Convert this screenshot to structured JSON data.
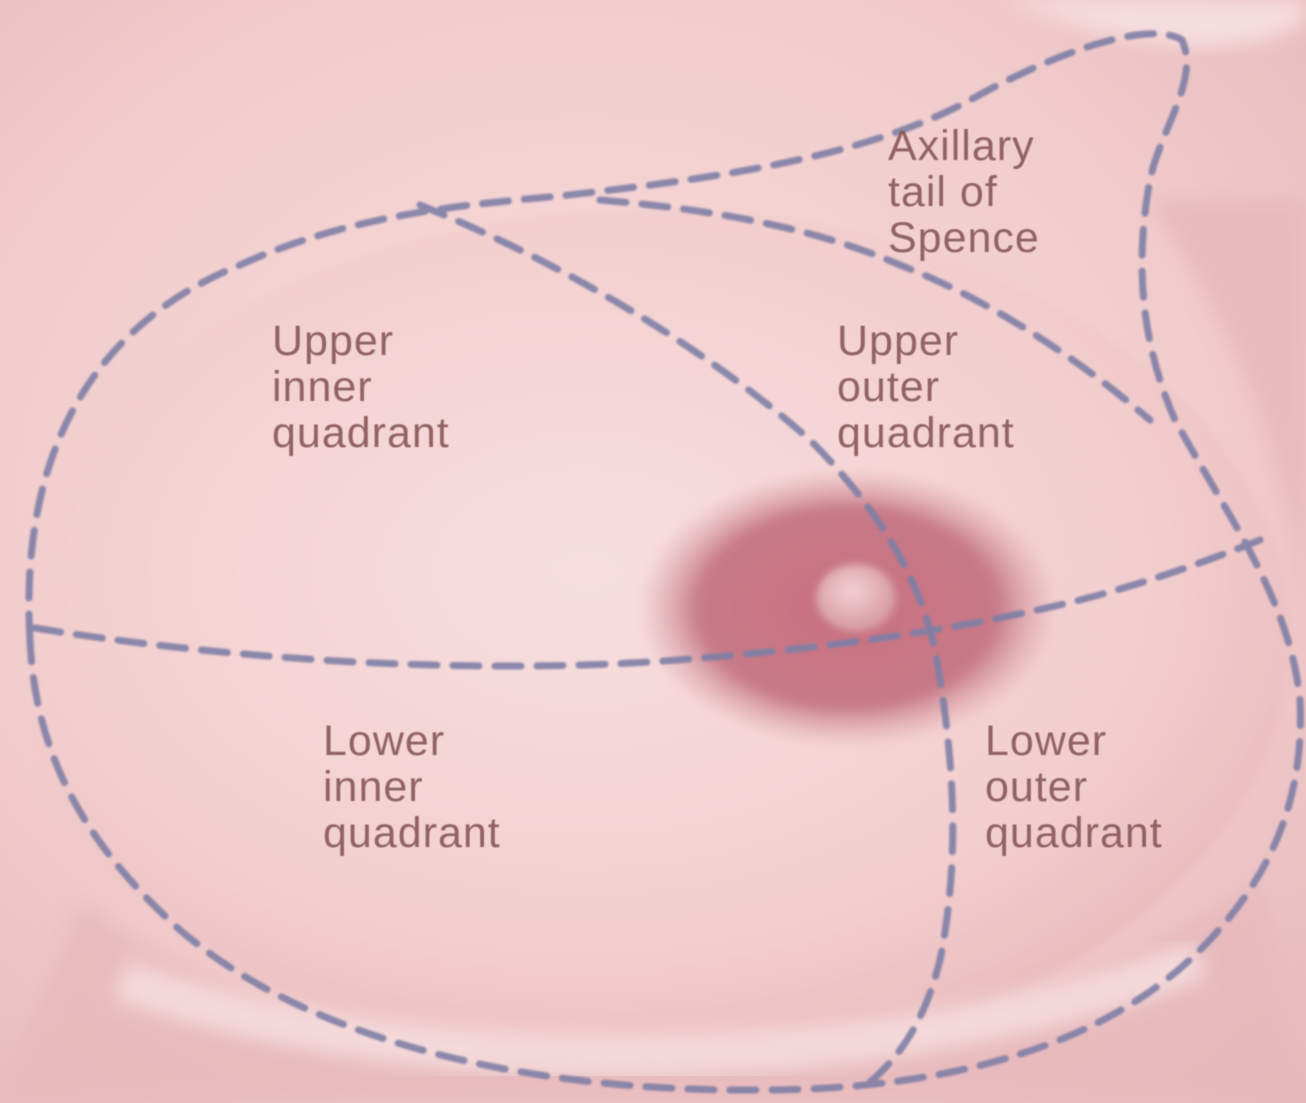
{
  "diagram": {
    "labels": {
      "axillary_tail": [
        "Axillary",
        "tail of",
        "Spence"
      ],
      "upper_inner": [
        "Upper",
        "inner",
        "quadrant"
      ],
      "upper_outer": [
        "Upper",
        "outer",
        "quadrant"
      ],
      "lower_inner": [
        "Lower",
        "inner",
        "quadrant"
      ],
      "lower_outer": [
        "Lower",
        "outer",
        "quadrant"
      ]
    },
    "colors": {
      "skin": "#f3cfcf",
      "skin_shadow": "#e2aeb2",
      "areola": "#c4727f",
      "nipple": "#e5b4b8",
      "dashed_line": "#7f7fa6",
      "label_text": "#8a5a5c"
    }
  }
}
